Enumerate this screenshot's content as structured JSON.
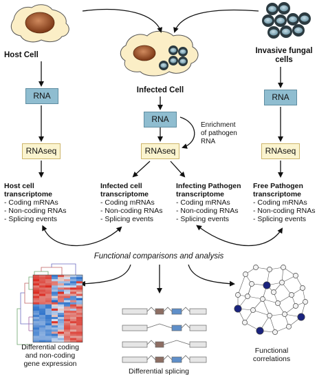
{
  "top": {
    "host_label": "Host Cell",
    "infected_label": "Infected Cell",
    "fungal_label_line1": "Invasive fungal",
    "fungal_label_line2": "cells"
  },
  "boxes": {
    "rna": "RNA",
    "rnaseq": "RNAseq"
  },
  "enrichment": [
    "Enrichment",
    "of pathogen",
    "RNA"
  ],
  "transcriptomes": [
    {
      "title_line1": "Host cell",
      "title_line2": "transcriptome",
      "items": [
        "- Coding mRNAs",
        "- Non-coding RNAs",
        "- Splicing events"
      ]
    },
    {
      "title_line1": "Infected cell",
      "title_line2": "transcriptome",
      "items": [
        "- Coding mRNAs",
        "- Non-coding RNAs",
        "- Splicing events"
      ]
    },
    {
      "title_line1": "Infecting Pathogen",
      "title_line2": "transcriptome",
      "items": [
        "- Coding mRNAs",
        "- Non-coding RNAs",
        "- Splicing events"
      ]
    },
    {
      "title_line1": "Free Pathogen",
      "title_line2": "transcriptome",
      "items": [
        "- Coding mRNAs",
        "- Non-coding RNAs",
        "- Splicing events"
      ]
    }
  ],
  "functional_label": "Functional comparisons and analysis",
  "outputs": {
    "heatmap": [
      "Differential coding",
      "and non-coding",
      "gene expression"
    ],
    "splicing": [
      "Differential splicing"
    ],
    "network": [
      "Functional",
      "correlations"
    ]
  },
  "colors": {
    "rna_fill": "#8fbdd0",
    "rnaseq_fill": "#fbf4cf",
    "host_cell_fill": "#fbeec6",
    "nucleus": "#a2532a",
    "fungal_cell": "#9ec1cf",
    "network_highlight": "#1a237e"
  }
}
